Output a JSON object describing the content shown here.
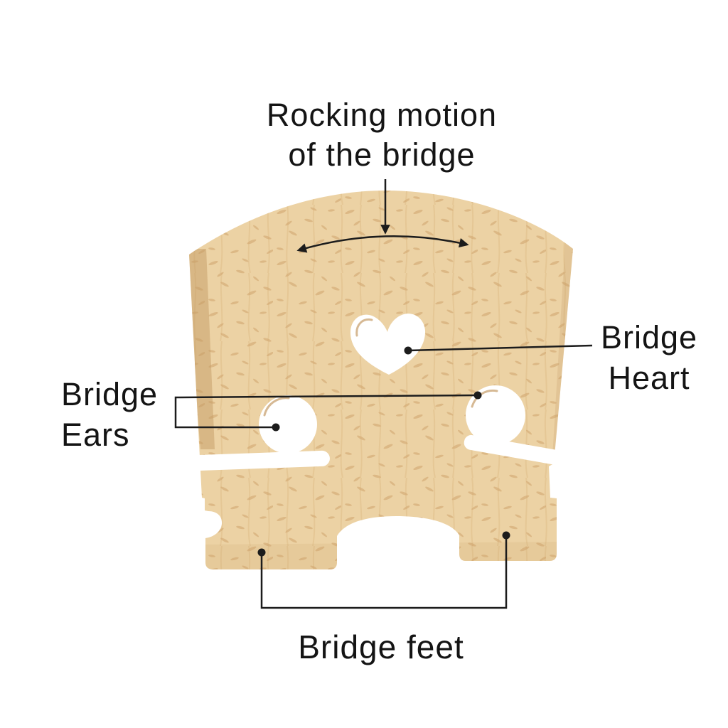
{
  "diagram": {
    "subject": "violin-bridge-anatomy",
    "title": {
      "line1": "Rocking motion",
      "line2": "of the bridge"
    },
    "callouts": {
      "heart": {
        "line1": "Bridge",
        "line2": "Heart"
      },
      "ears": {
        "line1": "Bridge",
        "line2": "Ears"
      },
      "feet": {
        "label": "Bridge feet"
      }
    },
    "colors": {
      "wood": "#ecd2a4",
      "wood_fleck": "#c89a5f",
      "wood_grain": "#d4a76e",
      "wood_shadow": "#c49b66",
      "annotation_line": "#1c1c1c",
      "text": "#141414",
      "background": "#ffffff"
    }
  }
}
